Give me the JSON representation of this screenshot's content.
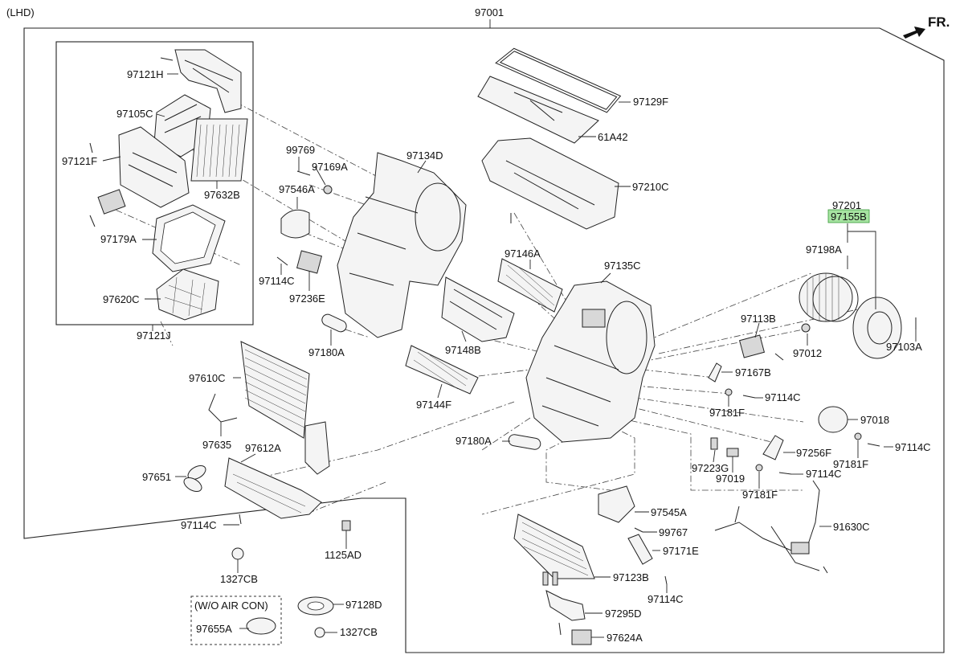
{
  "header": {
    "variant": "(LHD)",
    "assembly": "97001",
    "direction": "FR."
  },
  "subgroup_boxes": {
    "air_intake": "97121J",
    "wo_air_con": "(W/O AIR CON)"
  },
  "highlighted_part": "97155B",
  "highlight_color": "#a6e3a1",
  "parts": [
    "97121H",
    "97105C",
    "97121F",
    "97632B",
    "97179A",
    "97620C",
    "99769",
    "97169A",
    "97546A",
    "97114C",
    "97236E",
    "97180A",
    "97134D",
    "97129F",
    "61A42",
    "97210C",
    "97146A",
    "97148B",
    "97144F",
    "97135C",
    "97201",
    "97198A",
    "97012",
    "97103A",
    "97113B",
    "97167B",
    "97181F",
    "97018",
    "97256F",
    "97223G",
    "97019",
    "97610C",
    "97635",
    "97612A",
    "97651",
    "1125AD",
    "1327CB",
    "97128D",
    "97655A",
    "97545A",
    "99767",
    "97171E",
    "97123B",
    "97295D",
    "97624A",
    "91630C"
  ]
}
